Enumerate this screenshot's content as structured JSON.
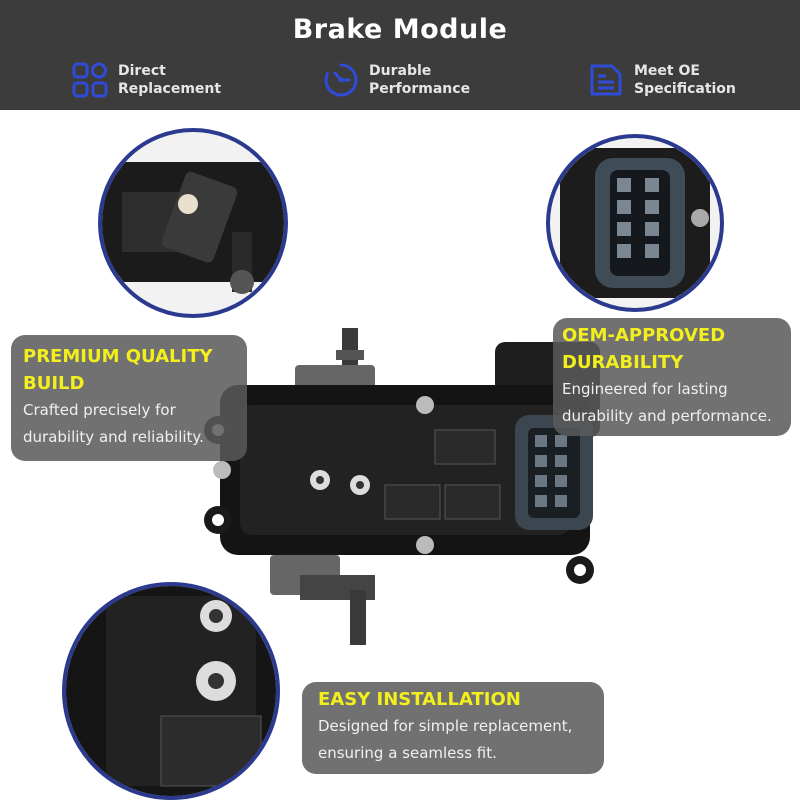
{
  "header": {
    "title": "Brake Module",
    "features": [
      {
        "icon": "grid-apps-icon",
        "line1": "Direct",
        "line2": "Replacement"
      },
      {
        "icon": "gauge-clock-icon",
        "line1": "Durable",
        "line2": "Performance"
      },
      {
        "icon": "spec-document-icon",
        "line1": "Meet OE",
        "line2": "Specification"
      }
    ]
  },
  "panels": {
    "quality": {
      "heading1": "PREMIUM QUALITY",
      "heading2": "BUILD",
      "body1": "Crafted precisely for",
      "body2": "durability and reliability."
    },
    "oem": {
      "heading1": "OEM-APPROVED",
      "heading2": "DURABILITY",
      "body1": "Engineered for lasting",
      "body2": "durability and performance."
    },
    "install": {
      "heading1": "EASY INSTALLATION",
      "body1": "Designed for simple replacement,",
      "body2": "ensuring a seamless fit."
    }
  },
  "colors": {
    "header_bg": "#3c3c3c",
    "icon_blue": "#2f4bd8",
    "circle_border": "#2b3a8f",
    "heading_yellow": "#f2ef1d",
    "panel_bg": "#5a5a5a"
  }
}
